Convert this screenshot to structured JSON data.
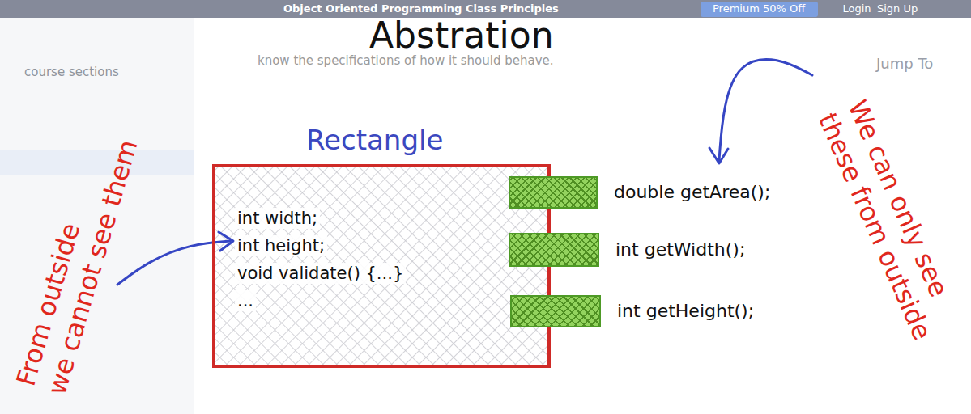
{
  "diagram": {
    "title": "Abstration",
    "nodes": [
      {
        "text": [
          "Rectangle",
          "int width;",
          "int height;",
          "void validate() {...}",
          "..."
        ]
      },
      {
        "text": [
          "double getArea();"
        ],
        "in": 0
      },
      {
        "text": [
          "int getWidth();"
        ],
        "in": 0
      },
      {
        "text": [
          "int getHeight();"
        ],
        "in": 0
      }
    ],
    "labels": [
      "From outside we cannot see them",
      "We can only see these from outside",
      "Object Oriented Programming Class Principles",
      "Premium 50% Off",
      "Login",
      "Sign Up",
      "Jump To",
      "course sections",
      "know the specifications of how it should behave."
    ]
  }
}
